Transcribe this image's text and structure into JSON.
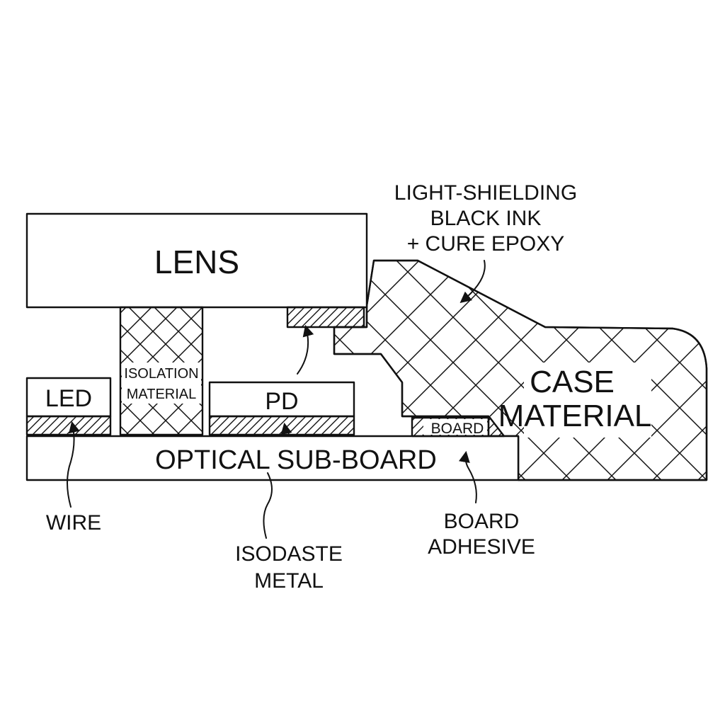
{
  "diagram": {
    "components": {
      "lens": "LENS",
      "led": "LED",
      "pd": "PD",
      "isolation_material": [
        "ISOLATION",
        "MATERIAL"
      ],
      "optical_sub_board": "OPTICAL SUB-BOARD",
      "board": "BOARD",
      "case_material": [
        "CASE",
        "MATERIAL"
      ]
    },
    "callouts": {
      "light_shielding": [
        "LIGHT-SHIELDING",
        "BLACK INK",
        "+ CURE EPOXY"
      ],
      "wire": "WIRE",
      "isodaste_metal": [
        "ISODASTE",
        "METAL"
      ],
      "board_adhesive": [
        "BOARD",
        "ADHESIVE"
      ]
    },
    "colors": {
      "ink": "#111111",
      "background": "#ffffff"
    }
  }
}
